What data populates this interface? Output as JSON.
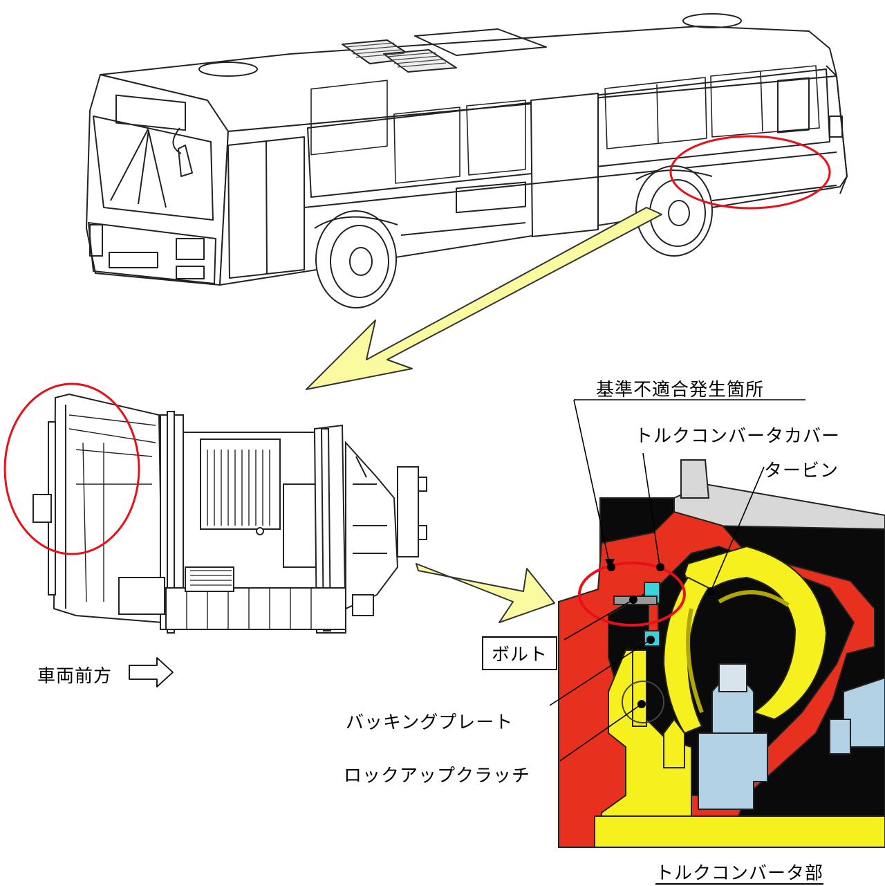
{
  "labels": {
    "defect_location": "基準不適合発生箇所",
    "torque_converter_cover": "トルクコンバータカバー",
    "turbine": "タービン",
    "bolt": "ボルト",
    "backing_plate": "バッキングプレート",
    "lockup_clutch": "ロックアップクラッチ",
    "vehicle_front": "車両前方",
    "torque_converter_section": "トルクコンバータ部"
  },
  "colors": {
    "highlight_circle": "#e8101a",
    "callout_arrow_fill": "#fafaa0",
    "housing_red": "#e8301e",
    "yellow_part": "#f5f01e",
    "cyan_bolt": "#3cd2dc",
    "light_blue_part": "#b4d2e6",
    "black_cavity": "#0a0a0a"
  },
  "icons": {
    "direction_arrow": "outline-right-arrow-icon"
  }
}
